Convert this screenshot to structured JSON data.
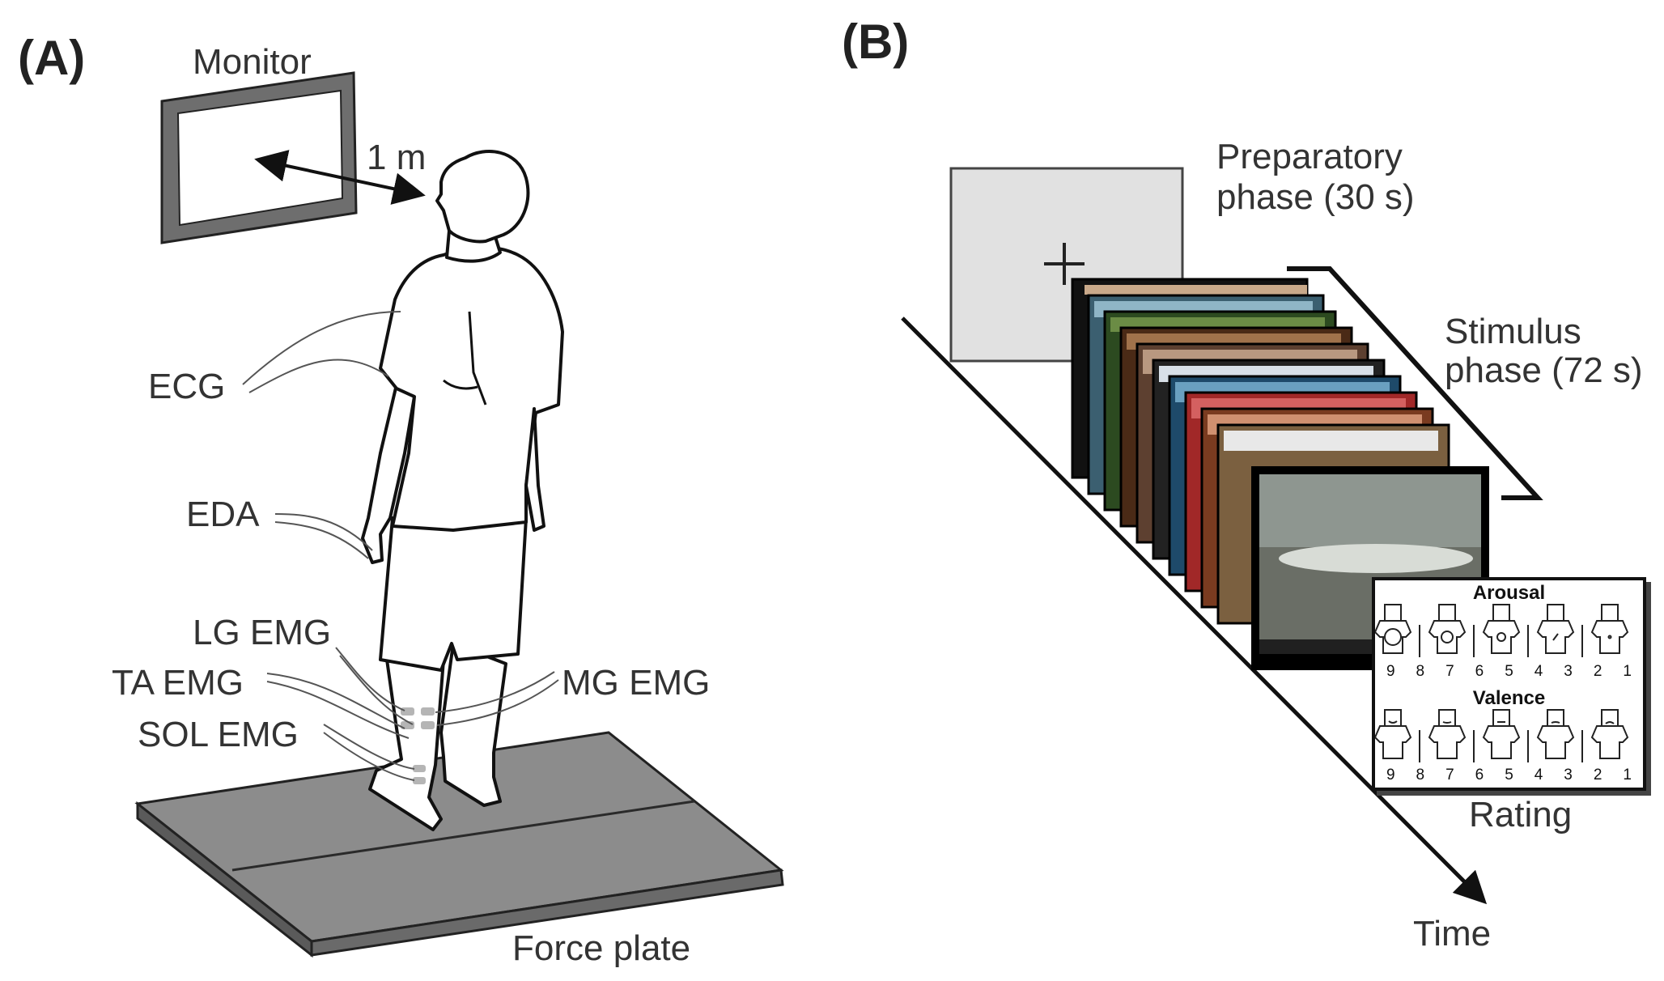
{
  "panel_a": {
    "label": "(A)",
    "monitor_label": "Monitor",
    "distance_label": "1 m",
    "sensors": [
      "ECG",
      "EDA",
      "LG EMG",
      "TA EMG",
      "SOL EMG",
      "MG EMG"
    ],
    "force_plate_label": "Force plate"
  },
  "panel_b": {
    "label": "(B)",
    "preparatory_label": [
      "Preparatory",
      "phase (30 s)"
    ],
    "stimulus_label": [
      "Stimulus",
      "phase (72 s)"
    ],
    "rating": {
      "arousal_title": "Arousal",
      "valence_title": "Valence",
      "scale": [
        "9",
        "8",
        "7",
        "6",
        "5",
        "4",
        "3",
        "2",
        "1"
      ]
    },
    "rating_label": "Rating",
    "time_label": "Time"
  }
}
